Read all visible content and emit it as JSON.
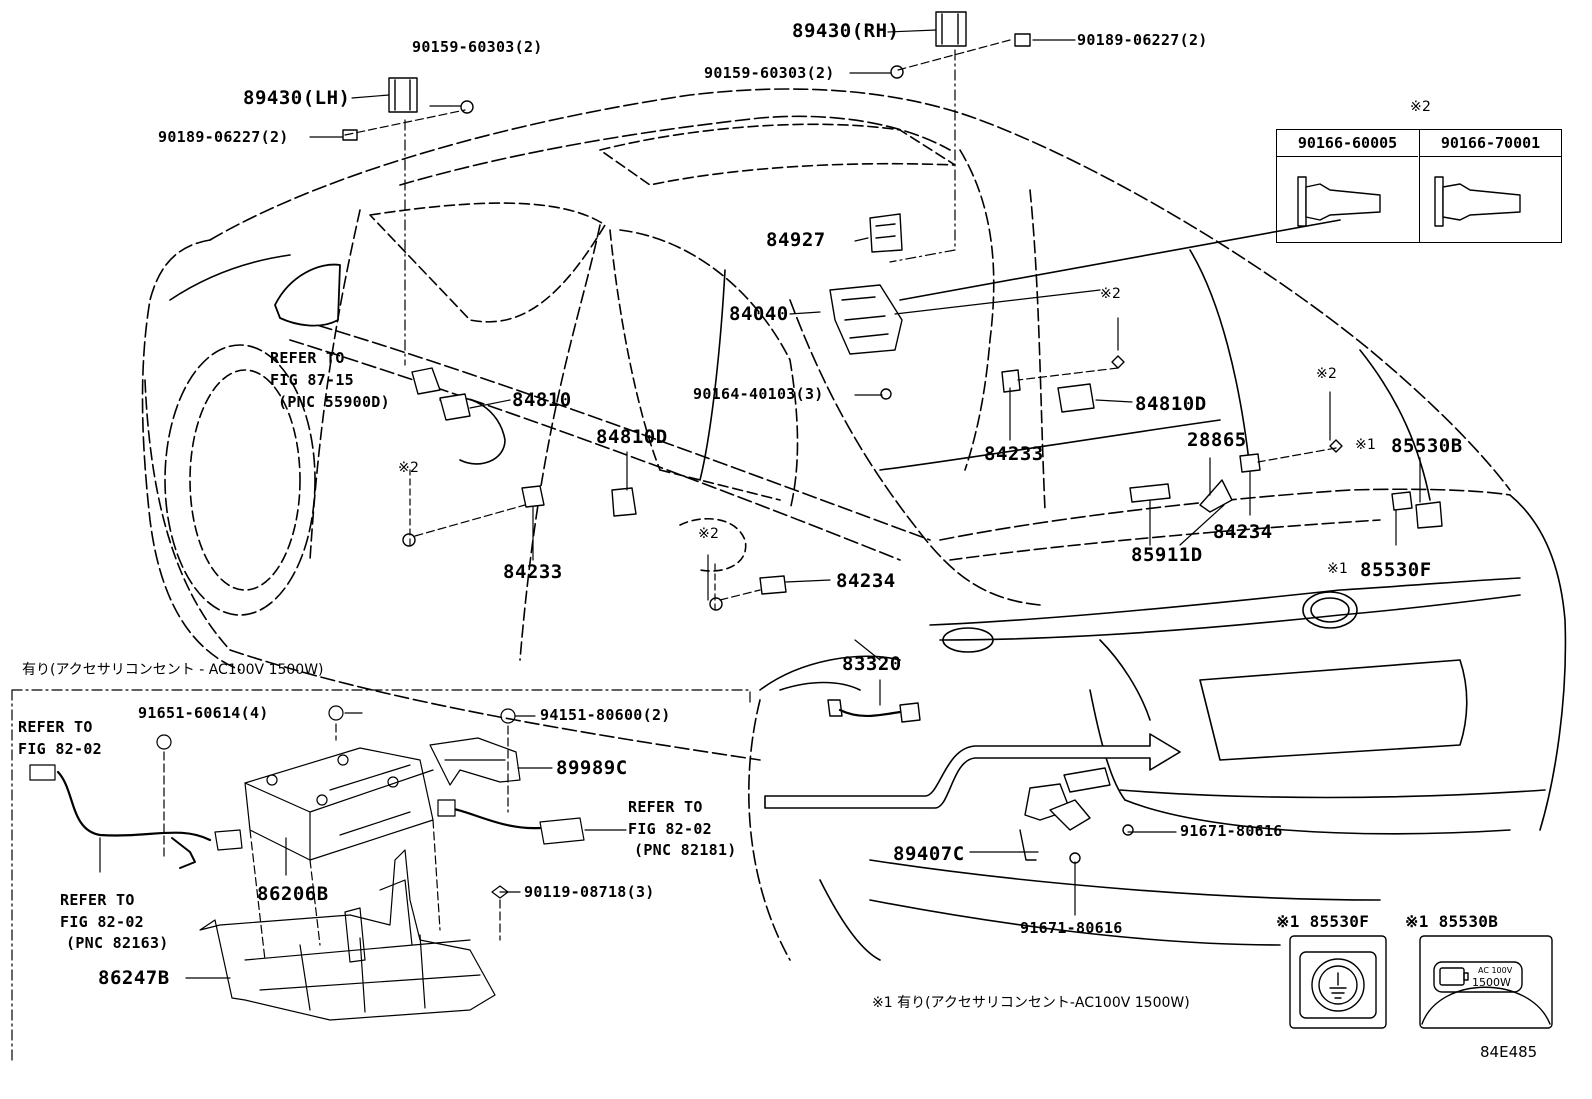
{
  "diagram": {
    "code": "84E485",
    "labels": {
      "p89430rh": "89430(RH)",
      "p90189_rh": "90189-06227(2)",
      "p90159_rh": "90159-60303(2)",
      "p89430lh": "89430(LH)",
      "p90159_lh": "90159-60303(2)",
      "p90189_lh": "90189-06227(2)",
      "p84927": "84927",
      "p84040": "84040",
      "p90164": "90164-40103(3)",
      "p84810": "84810",
      "p84810d_mid": "84810D",
      "p84810d_right": "84810D",
      "p84233_left": "84233",
      "p84233_right": "84233",
      "p28865": "28865",
      "p84234_right": "84234",
      "p84234_mid": "84234",
      "p85911d": "85911D",
      "p85530b": "85530B",
      "p85530f": "85530F",
      "p83320": "83320",
      "p91651": "91651-60614(4)",
      "p94151": "94151-80600(2)",
      "p89989c": "89989C",
      "p86206b": "86206B",
      "p90119": "90119-08718(3)",
      "p86247b": "86247B",
      "p89407c": "89407C",
      "p91671_a": "91671-80616",
      "p91671_b": "91671-80616"
    },
    "marks": {
      "note1": "※1",
      "note2": "※2"
    },
    "refer": {
      "r1_line1": "REFER TO",
      "r1_line2": "FIG 87-15",
      "r1_line3": "(PNC 55900D)",
      "r2_line1": "REFER TO",
      "r2_line2": "FIG 82-02",
      "r3_line1": "REFER TO",
      "r3_line2": "FIG 82-02",
      "r3_line3": "(PNC 82181)",
      "r4_line1": "REFER TO",
      "r4_line2": "FIG 82-02",
      "r4_line3": "(PNC 82163)"
    },
    "option_header": "有り(アクセサリコンセント - AC100V 1500W)",
    "footnote": "※1 有り(アクセサリコンセント-AC100V  1500W)",
    "clip_table": {
      "note": "※2",
      "col1": "90166-60005",
      "col2": "90166-70001"
    },
    "insets": {
      "f_title": "※1 85530F",
      "b_title": "※1 85530B",
      "b_badge_line1": "AC 100V",
      "b_badge_line2": "1500W"
    }
  }
}
